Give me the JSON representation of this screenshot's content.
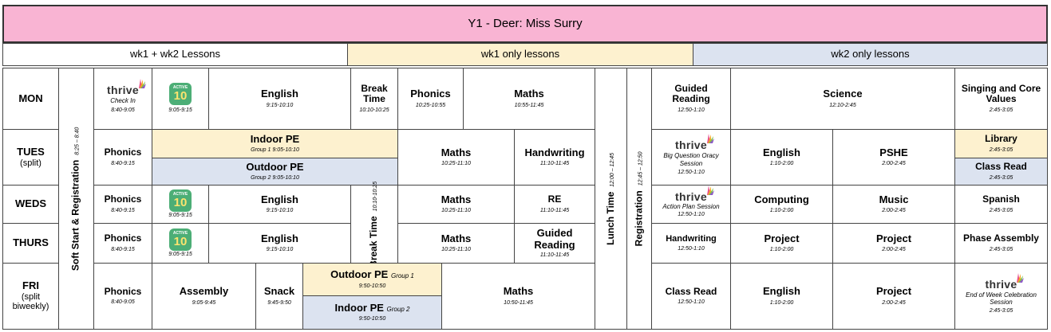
{
  "title": "Y1 - Deer: Miss Surry",
  "legend": {
    "both": "wk1 + wk2 Lessons",
    "wk1": "wk1 only lessons",
    "wk2": "wk2 only lessons"
  },
  "colors": {
    "title": "#f9b4d3",
    "wk1": "#fdf1cf",
    "wk2": "#dce3f0"
  },
  "days": {
    "mon": {
      "name": "MON",
      "sub": ""
    },
    "tues": {
      "name": "TUES",
      "sub": "(split)"
    },
    "weds": {
      "name": "WEDS",
      "sub": ""
    },
    "thurs": {
      "name": "THURS",
      "sub": ""
    },
    "fri": {
      "name": "FRI",
      "sub": "(split biweekly)"
    }
  },
  "vertical": {
    "soft_start": {
      "label": "Soft Start & Registration",
      "time": "8:25 – 8:40"
    },
    "break_weds": {
      "label": "Break Time",
      "time": "10:10-10:25"
    },
    "lunch": {
      "label": "Lunch Time",
      "time": "12:00 – 12:45"
    },
    "registration": {
      "label": "Registration",
      "time": "12:45 – 12:50"
    }
  },
  "logos": {
    "thrive": "thrive",
    "active_top": "ACTIVE",
    "active_num": "10"
  },
  "mon": {
    "thrive_checkin": {
      "name": "Check In",
      "time": "8:40-9:05"
    },
    "active": {
      "time": "9:05-9:15"
    },
    "english": {
      "name": "English",
      "time": "9:15-10:10"
    },
    "break": {
      "name": "Break Time",
      "time": "10:10-10:25"
    },
    "phonics": {
      "name": "Phonics",
      "time": "10:25-10:55"
    },
    "maths": {
      "name": "Maths",
      "time": "10:55-11:45"
    },
    "guided": {
      "name": "Guided Reading",
      "time": "12:50-1:10"
    },
    "science": {
      "name": "Science",
      "time": "12:10-2:45"
    },
    "singing": {
      "name": "Singing and Core Values",
      "time": "2:45-3:05"
    }
  },
  "tues": {
    "phonics": {
      "name": "Phonics",
      "time": "8:40-9:15"
    },
    "indoor": {
      "name": "Indoor PE",
      "group": "Group 1",
      "time": "9:05-10:10"
    },
    "outdoor": {
      "name": "Outdoor PE",
      "group": "Group 2",
      "time": "9:05-10:10"
    },
    "maths": {
      "name": "Maths",
      "time": "10:25-11:10"
    },
    "handwriting": {
      "name": "Handwriting",
      "time": "11:10-11:45"
    },
    "thrive": {
      "name": "Big Question Oracy Session",
      "time": "12:50-1:10"
    },
    "english": {
      "name": "English",
      "time": "1:10-2:00"
    },
    "pshe": {
      "name": "PSHE",
      "time": "2:00-2:45"
    },
    "library": {
      "name": "Library",
      "time": "2:45-3:05"
    },
    "classread": {
      "name": "Class Read",
      "time": "2:45-3:05"
    }
  },
  "weds": {
    "phonics": {
      "name": "Phonics",
      "time": "8:40-9:15"
    },
    "active": {
      "time": "9:05-9:15"
    },
    "english": {
      "name": "English",
      "time": "9:15-10:10"
    },
    "maths": {
      "name": "Maths",
      "time": "10:25-11:10"
    },
    "re": {
      "name": "RE",
      "time": "11:10-11:45"
    },
    "thrive": {
      "name": "Action Plan Session",
      "time": "12:50-1:10"
    },
    "computing": {
      "name": "Computing",
      "time": "1:10-2:00"
    },
    "music": {
      "name": "Music",
      "time": "2:00-2:45"
    },
    "spanish": {
      "name": "Spanish",
      "time": "2:45-3:05"
    }
  },
  "thurs": {
    "phonics": {
      "name": "Phonics",
      "time": "8:40-9:15"
    },
    "active": {
      "time": "9:05-9:15"
    },
    "english": {
      "name": "English",
      "time": "9:15-10:10"
    },
    "maths": {
      "name": "Maths",
      "time": "10:25-11:10"
    },
    "guided": {
      "name": "Guided Reading",
      "time": "11:10-11:45"
    },
    "handwriting": {
      "name": "Handwriting",
      "time": "12:50-1:10"
    },
    "project1": {
      "name": "Project",
      "time": "1:10-2:00"
    },
    "project2": {
      "name": "Project",
      "time": "2:00-2:45"
    },
    "phase": {
      "name": "Phase Assembly",
      "time": "2:45-3:05"
    }
  },
  "fri": {
    "phonics": {
      "name": "Phonics",
      "time": "8:40-9:05"
    },
    "assembly": {
      "name": "Assembly",
      "time": "9:05-9:45"
    },
    "snack": {
      "name": "Snack",
      "time": "9:45-9:50"
    },
    "outdoor": {
      "name": "Outdoor PE",
      "group": "Group 1",
      "time": "9:50-10:50"
    },
    "indoor": {
      "name": "Indoor PE",
      "group": "Group 2",
      "time": "9:50-10:50"
    },
    "maths": {
      "name": "Maths",
      "time": "10:50-11:45"
    },
    "classread": {
      "name": "Class Read",
      "time": "12:50-1:10"
    },
    "english": {
      "name": "English",
      "time": "1:10-2:00"
    },
    "project": {
      "name": "Project",
      "time": "2:00-2:45"
    },
    "thrive": {
      "name": "End of Week Celebration Session",
      "time": "2:45-3:05"
    }
  }
}
